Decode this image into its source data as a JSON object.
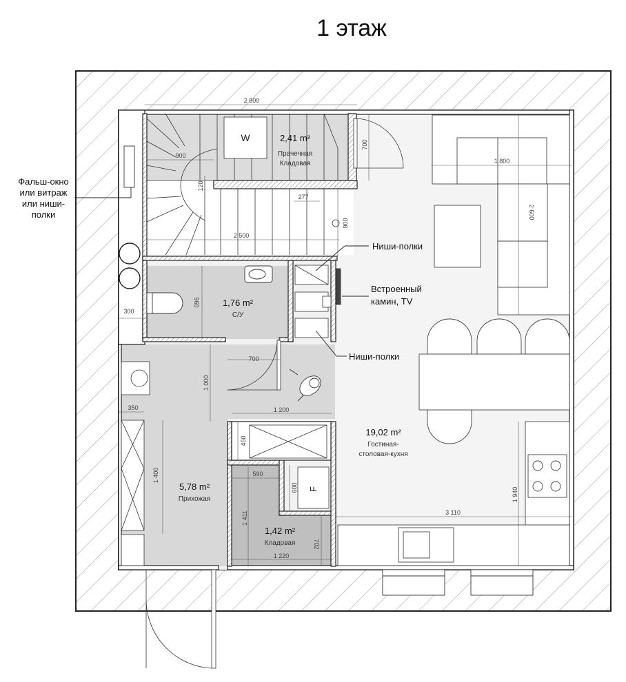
{
  "title": "1 этаж",
  "rooms": {
    "laundry": {
      "area": "2,41 m²",
      "name_line1": "Прачечная",
      "name_line2": "Кладовая"
    },
    "bathroom": {
      "area": "1,76 m²",
      "name": "С/У"
    },
    "living": {
      "area": "19,02 m²",
      "name_line1": "Гостиная-",
      "name_line2": "столовая-кухня"
    },
    "hall": {
      "area": "5,78 m²",
      "name": "Прихожая"
    },
    "storage": {
      "area": "1,42 m²",
      "name": "Кладовая"
    }
  },
  "fixtures": {
    "washer": "W",
    "fridge": "F"
  },
  "callouts": {
    "false_window": [
      "Фальш-окно",
      "или витраж",
      "или ниши-",
      "полки"
    ],
    "niches_top": "Ниши-полки",
    "fireplace": [
      "Встроенный",
      "камин, TV"
    ],
    "niches_bottom": "Ниши-полки"
  },
  "dimensions": {
    "d2800": "2 800",
    "d900a": "900",
    "d700a": "700",
    "d1800": "1 800",
    "d120": "120",
    "d277": "277",
    "d900b": "900",
    "d2500": "2 500",
    "d2600": "2 600",
    "d960": "960",
    "d300": "300",
    "d700b": "700",
    "d1000": "1 000",
    "d1200": "1 200",
    "d350": "350",
    "d450": "450",
    "d1400": "1 400",
    "d590": "590",
    "d600": "600",
    "d1411": "1 411",
    "d702": "702",
    "d1220": "1 220",
    "d3110": "3 110",
    "d1940": "1 940"
  }
}
